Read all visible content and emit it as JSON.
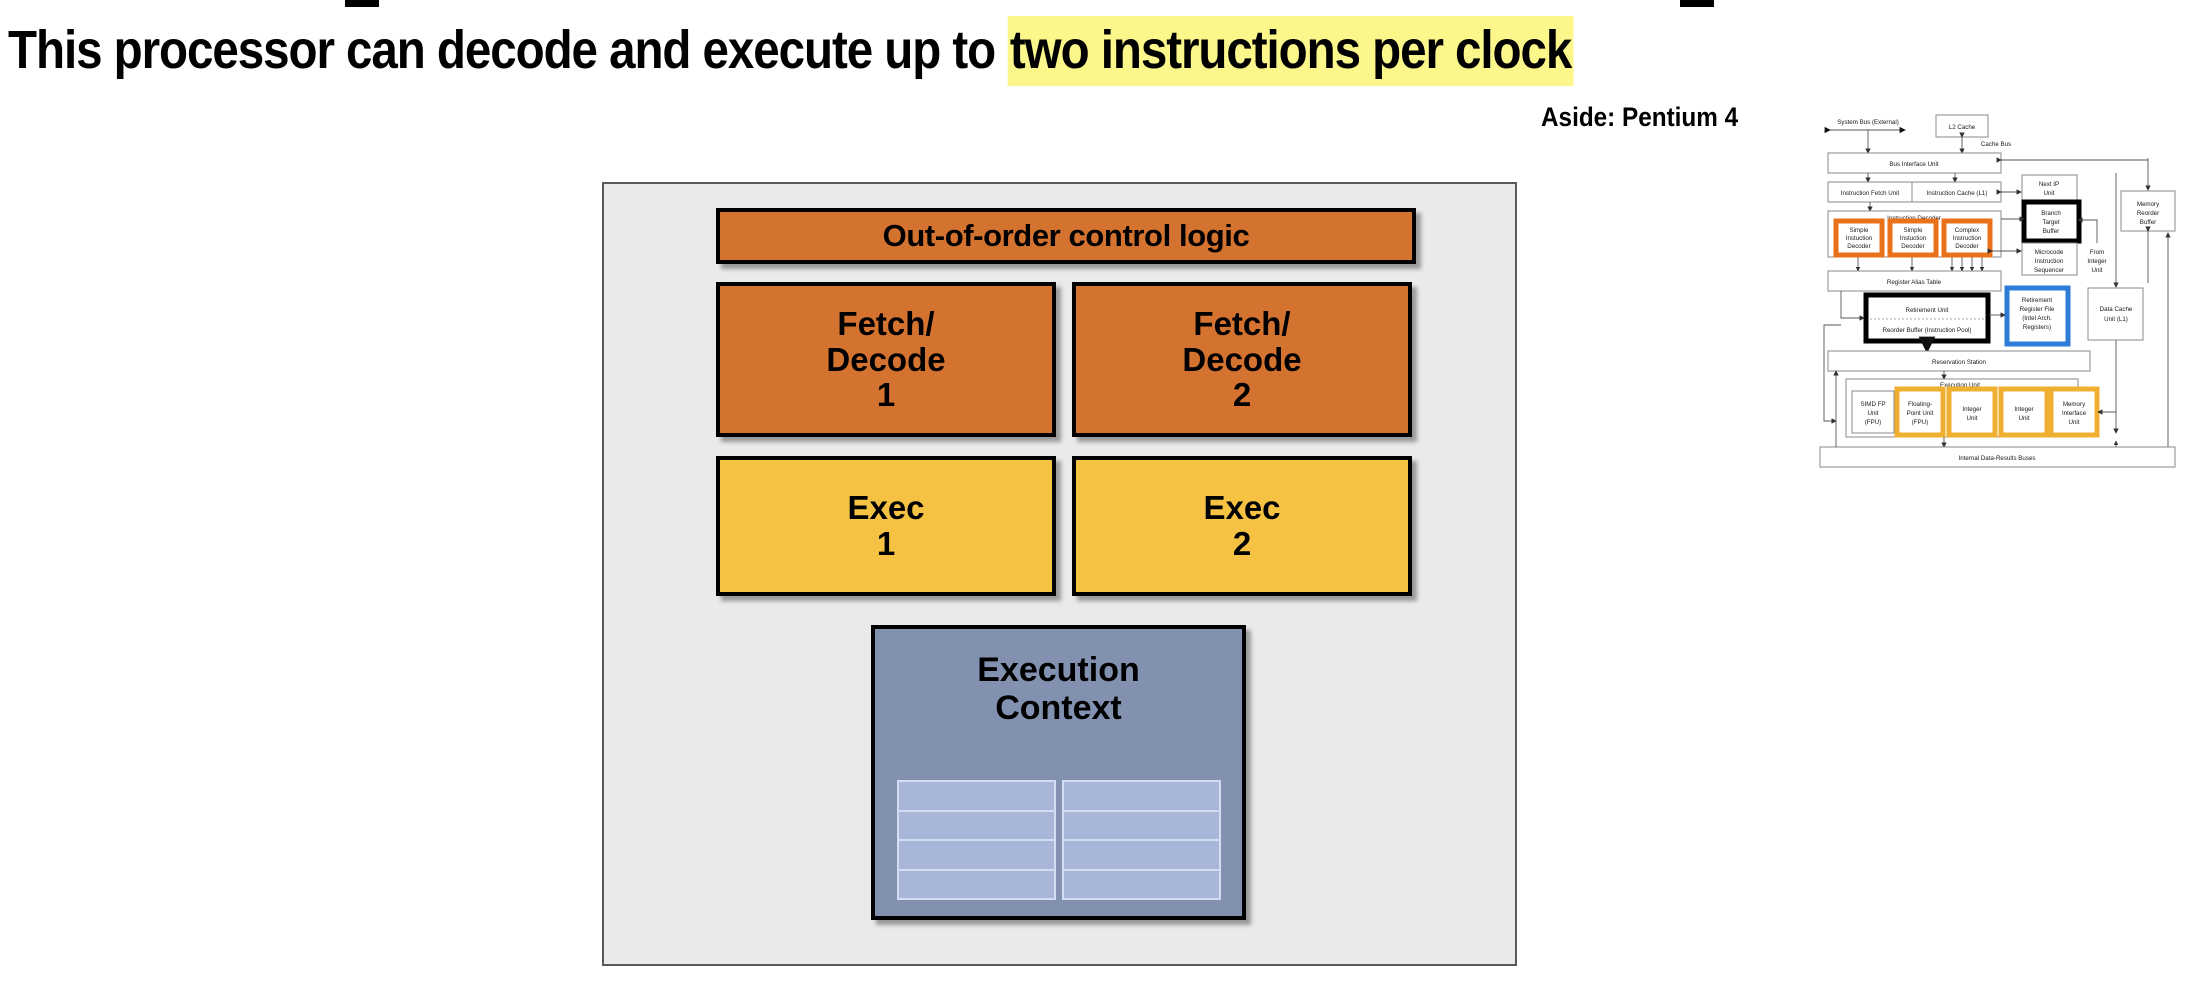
{
  "slide": {
    "title_plain": "This processor can decode and execute up to ",
    "title_highlight": "two instructions per clock",
    "aside_label": "Aside: Pentium 4"
  },
  "colors": {
    "orange": "#D4722F",
    "yellow": "#F5C243",
    "blue_gray": "#8391B0",
    "register_cell": "#A8B6D8",
    "panel_background": "#EAEAEA",
    "highlight": "#FCF78A",
    "p4_orange_highlight": "#E8711A",
    "p4_yellow_highlight": "#EFB032",
    "p4_blue_highlight": "#2E7CD6"
  },
  "diagram": {
    "ooo_control_logic": "Out-of-order control logic",
    "fetch_decode_1": "Fetch/\nDecode\n1",
    "fetch_decode_2": "Fetch/\nDecode\n2",
    "exec_1": "Exec\n1",
    "exec_2": "Exec\n2",
    "execution_context": "Execution\nContext",
    "register_grid": {
      "columns": 2,
      "rows_per_column": 4
    }
  },
  "pentium4_diagram": {
    "blocks": [
      {
        "id": "system-bus",
        "label": "System Bus (External)"
      },
      {
        "id": "l2-cache",
        "label": "L2 Cache"
      },
      {
        "id": "cache-bus",
        "label": "Cache Bus"
      },
      {
        "id": "bus-interface-unit",
        "label": "Bus Interface Unit"
      },
      {
        "id": "instruction-fetch-unit",
        "label": "Instruction Fetch Unit"
      },
      {
        "id": "instruction-cache-l1",
        "label": "Instruction Cache (L1)"
      },
      {
        "id": "next-ip-unit",
        "label": "Next IP Unit"
      },
      {
        "id": "branch-target-buffer",
        "label": "Branch Target Buffer"
      },
      {
        "id": "memory-reorder-buffer",
        "label": "Memory Reorder Buffer"
      },
      {
        "id": "instruction-decoder",
        "label": "Instruction Decoder"
      },
      {
        "id": "simple-decoder-1",
        "label": "Simple Instuction Decoder"
      },
      {
        "id": "simple-decoder-2",
        "label": "Simple Instuction Decoder"
      },
      {
        "id": "complex-decoder",
        "label": "Complex Instruction Decoder"
      },
      {
        "id": "microcode-sequencer",
        "label": "Microcode Instruction Sequencer"
      },
      {
        "id": "from-integer-unit",
        "label": "From Integer Unit"
      },
      {
        "id": "register-alias-table",
        "label": "Register Alias Table"
      },
      {
        "id": "retirement-unit",
        "label": "Retirement Unit"
      },
      {
        "id": "reorder-buffer",
        "label": "Reorder Buffer (Instruction Pool)"
      },
      {
        "id": "retirement-register-file",
        "label": "Retirement Register File (Intel Arch. Registers)"
      },
      {
        "id": "data-cache-unit-l1",
        "label": "Data Cache Unit (L1)"
      },
      {
        "id": "reservation-station",
        "label": "Reservation Station"
      },
      {
        "id": "execution-unit",
        "label": "Execution Unit"
      },
      {
        "id": "simd-fp-unit",
        "label": "SIMD FP Unit (FPU)"
      },
      {
        "id": "floating-point-unit",
        "label": "Floating-Point Unit (FPU)"
      },
      {
        "id": "integer-unit-1",
        "label": "Integer Unit"
      },
      {
        "id": "integer-unit-2",
        "label": "Integer Unit"
      },
      {
        "id": "memory-interface-unit",
        "label": "Memory Interface Unit"
      },
      {
        "id": "internal-data-buses",
        "label": "Internal Data-Results Buses"
      }
    ]
  }
}
